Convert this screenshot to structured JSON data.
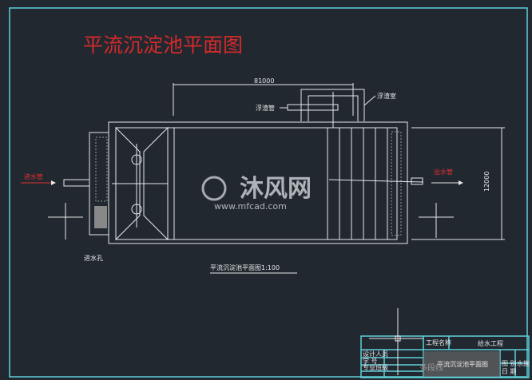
{
  "title": "平流沉淀池平面图",
  "subtitle": "平流沉淀池平面图1:100",
  "dimensions": {
    "length": "81000",
    "width": "12000"
  },
  "labels": {
    "inlet_pipe": "进水管",
    "outlet_pipe": "出水管",
    "scum_pipe": "浮渣管",
    "scum_chamber": "浮渣室",
    "inlet_hole": "进水孔"
  },
  "watermark": {
    "brand": "沐风网",
    "url": "www.mfcad.com",
    "tag": "多段线"
  },
  "title_block": {
    "project_name_label": "工程名称",
    "project_name": "给水工程",
    "designer": "设计人员",
    "student_no": "学  号",
    "major_class": "专业班级",
    "drawing_name": "平流沉淀池平面图",
    "category_label": "图 别",
    "category": "水施",
    "date_label": "日 期"
  },
  "colors": {
    "background": "#212830",
    "frame": "#5fd0d8",
    "title": "#d42a2a"
  }
}
